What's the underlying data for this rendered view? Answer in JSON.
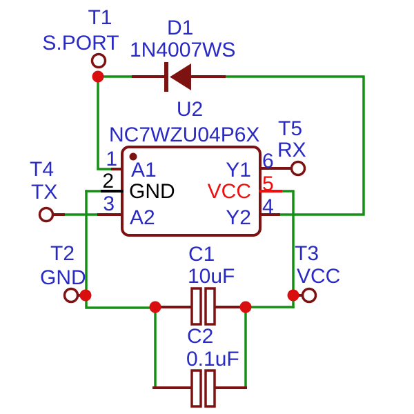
{
  "colors": {
    "wire_green": "#149114",
    "component_dark_red": "#7d1212",
    "accent_red": "#ee0e0e",
    "junction_red": "#d90f0f",
    "label_blue": "#2929c3",
    "text_black": "#000000"
  },
  "components": {
    "t1": {
      "ref": "T1",
      "label": "S.PORT"
    },
    "d1": {
      "ref": "D1",
      "value": "1N4007WS"
    },
    "u2": {
      "ref": "U2",
      "value": "NC7WZU04P6X",
      "pins": {
        "p1": {
          "number": "1",
          "name": "A1"
        },
        "p2": {
          "number": "2",
          "name": "GND"
        },
        "p3": {
          "number": "3",
          "name": "A2"
        },
        "p4": {
          "number": "4",
          "name": "Y2"
        },
        "p5": {
          "number": "5",
          "name": "VCC"
        },
        "p6": {
          "number": "6",
          "name": "Y1"
        }
      }
    },
    "t4": {
      "ref": "T4",
      "label": "TX"
    },
    "t5": {
      "ref": "T5",
      "label": "RX"
    },
    "t2": {
      "ref": "T2",
      "label": "GND"
    },
    "t3": {
      "ref": "T3",
      "label": "VCC"
    },
    "c1": {
      "ref": "C1",
      "value": "10uF"
    },
    "c2": {
      "ref": "C2",
      "value": "0.1uF"
    }
  }
}
